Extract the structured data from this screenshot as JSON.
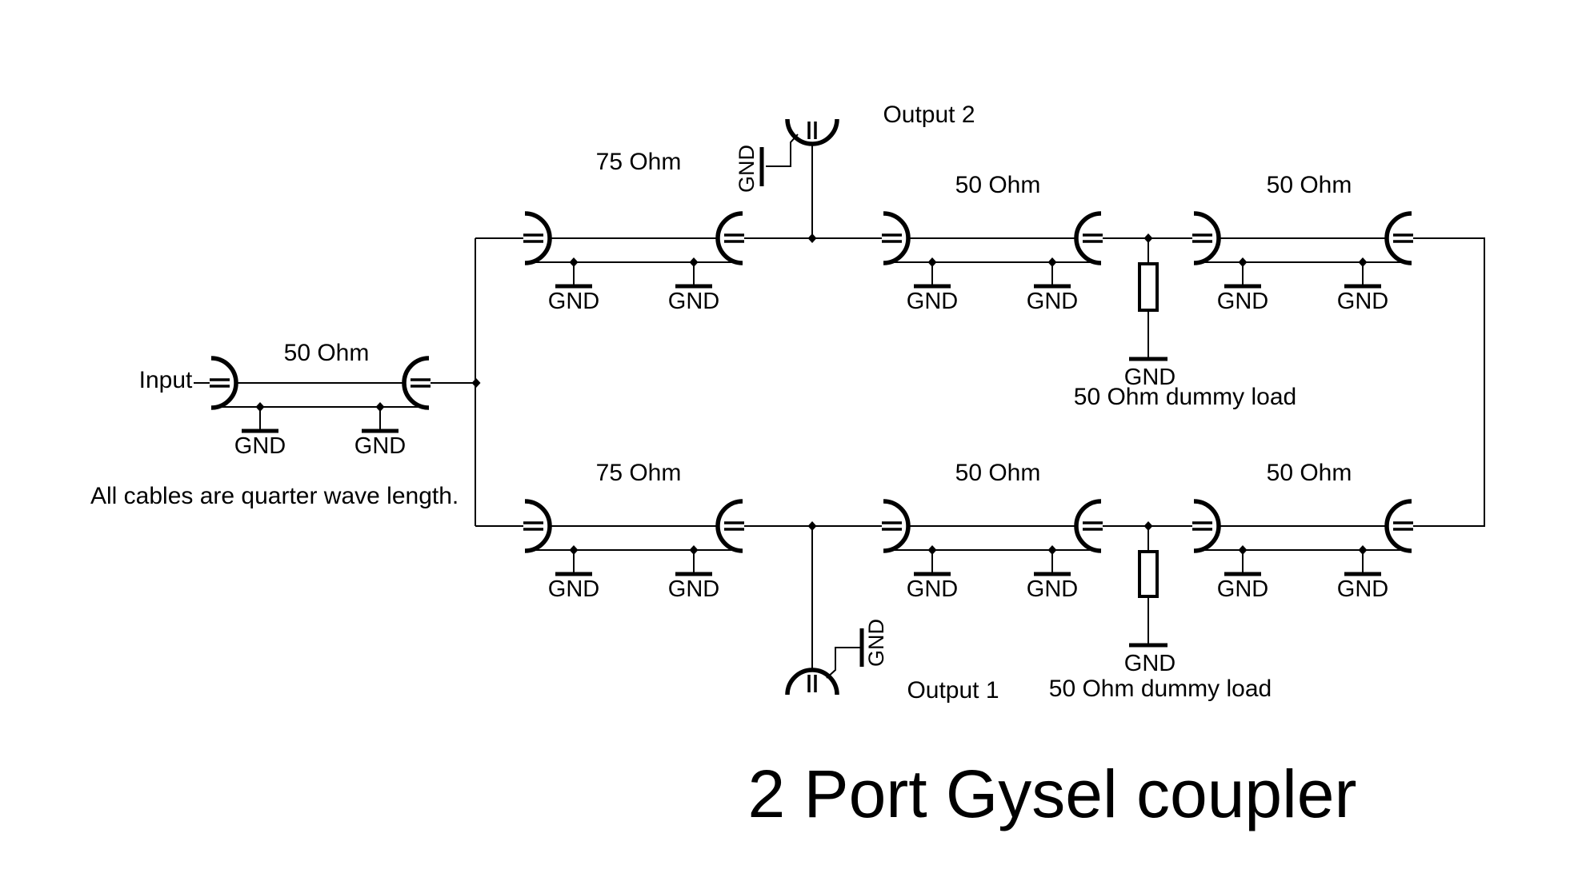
{
  "title": "2 Port Gysel coupler",
  "note": "All cables are quarter wave length.",
  "ground_label": "GND",
  "ports": {
    "input": {
      "label": "Input"
    },
    "output1": {
      "label": "Output 1"
    },
    "output2": {
      "label": "Output 2"
    }
  },
  "cables": {
    "input": {
      "label": "50 Ohm"
    },
    "top_branch": {
      "label": "75 Ohm"
    },
    "top_mid": {
      "label": "50 Ohm"
    },
    "top_right": {
      "label": "50 Ohm"
    },
    "bottom_branch": {
      "label": "75 Ohm"
    },
    "bottom_mid": {
      "label": "50 Ohm"
    },
    "bottom_right": {
      "label": "50 Ohm"
    }
  },
  "dummy_loads": {
    "top": {
      "label": "50 Ohm dummy load"
    },
    "bottom": {
      "label": "50 Ohm dummy load"
    }
  },
  "colors": {
    "line": "#000000",
    "background": "#ffffff"
  }
}
